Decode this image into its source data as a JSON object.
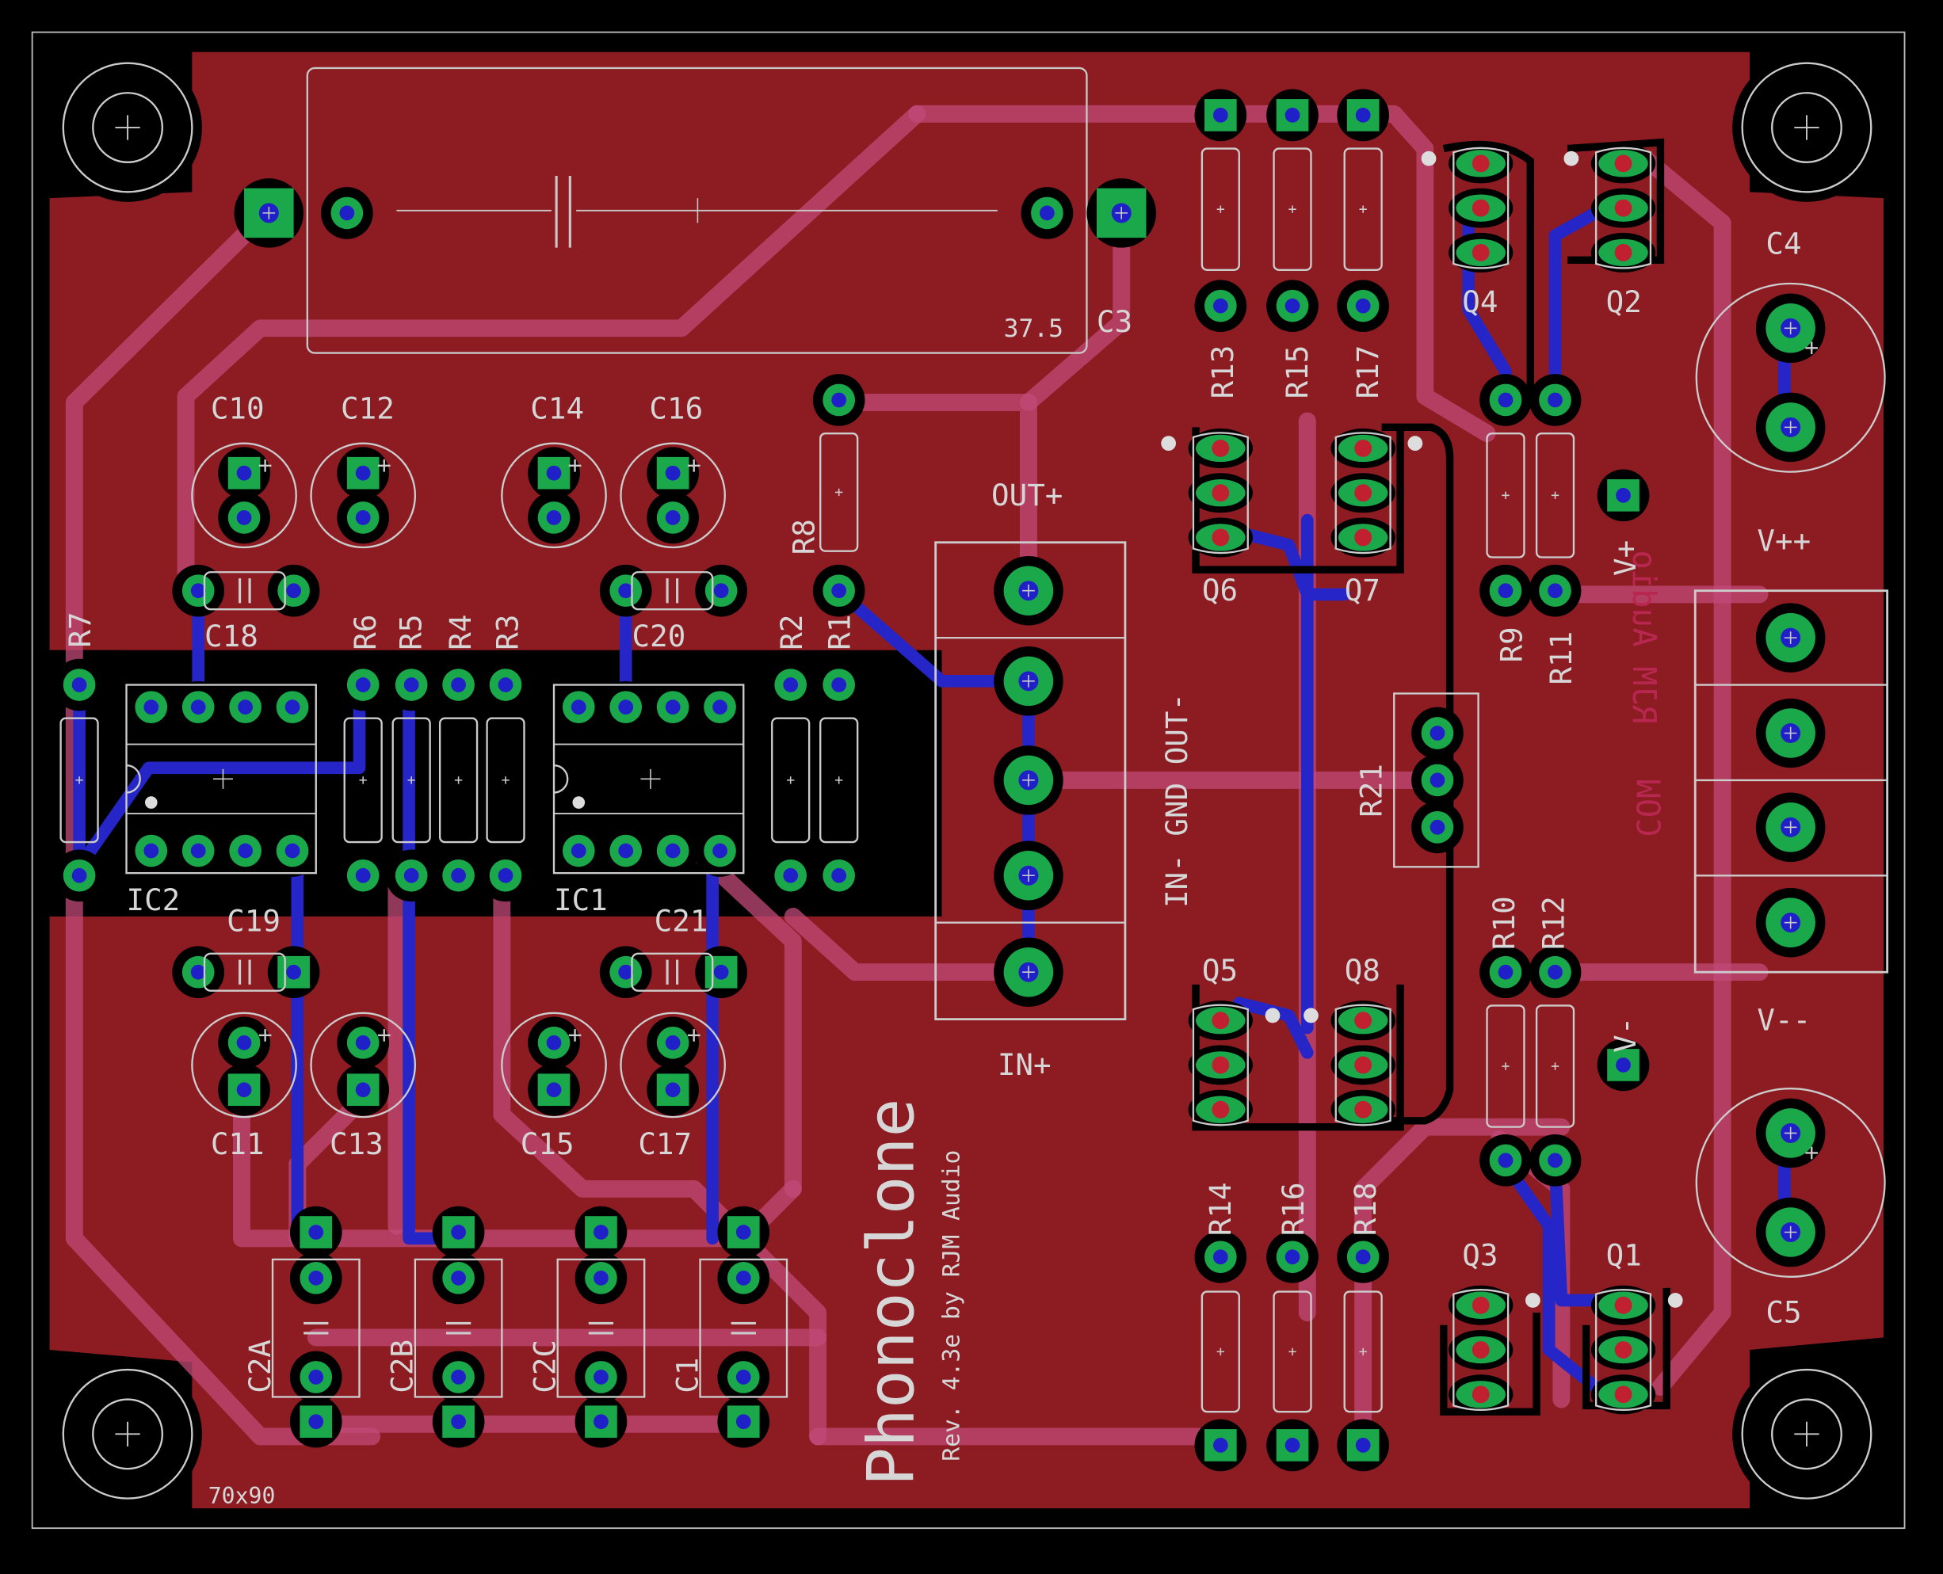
{
  "board": {
    "title": "Phonoclone",
    "revision": "Rev. 4.3e by RJM Audio",
    "size_label": "70x90",
    "bottom_mirrored_text": "RJM Audio",
    "colors": {
      "background": "#000000",
      "top_copper": "#8c1c22",
      "bottom_trace": "#2020c8",
      "top_trace_overlay": "#b8406a",
      "pad": "#1aa84a",
      "drill": "#1a1aaa",
      "silkscreen": "#cfcfcf"
    }
  },
  "labels": {
    "C3": "C3",
    "C3_value": "37.5",
    "C10": "C10",
    "C12": "C12",
    "C14": "C14",
    "C16": "C16",
    "C18": "C18",
    "C20": "C20",
    "C19": "C19",
    "C21": "C21",
    "C11": "C11",
    "C13": "C13",
    "C15": "C15",
    "C17": "C17",
    "C2A": "C2A",
    "C2B": "C2B",
    "C2C": "C2C",
    "C1": "C1",
    "C4": "C4",
    "C5": "C5",
    "R1": "R1",
    "R2": "R2",
    "R3": "R3",
    "R4": "R4",
    "R5": "R5",
    "R6": "R6",
    "R7": "R7",
    "R8": "R8",
    "R9": "R9",
    "R10": "R10",
    "R11": "R11",
    "R12": "R12",
    "R13": "R13",
    "R14": "R14",
    "R15": "R15",
    "R16": "R16",
    "R17": "R17",
    "R18": "R18",
    "R21": "R21",
    "IC1": "IC1",
    "IC2": "IC2",
    "Q1": "Q1",
    "Q2": "Q2",
    "Q3": "Q3",
    "Q4": "Q4",
    "Q5": "Q5",
    "Q6": "Q6",
    "Q7": "Q7",
    "Q8": "Q8",
    "OUT_PLUS": "OUT+",
    "IN_PLUS": "IN+",
    "CONN_TEXT": "IN-  GND  OUT-",
    "V_PLUS_PLUS": "V++",
    "V_MINUS_MINUS": "V--",
    "V_PLUS": "V+",
    "V_MINUS": "V-",
    "COM": "COM"
  }
}
